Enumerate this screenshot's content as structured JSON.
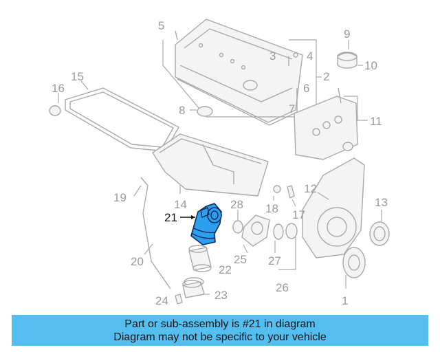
{
  "highlight_color": "#2d9ff0",
  "banner_color": "#55bef1",
  "callouts": {
    "c1": "1",
    "c2": "2",
    "c3": "3",
    "c4": "4",
    "c5": "5",
    "c6": "6",
    "c7": "7",
    "c8": "8",
    "c9": "9",
    "c10": "10",
    "c11": "11",
    "c12": "12",
    "c13": "13",
    "c14": "14",
    "c15": "15",
    "c16": "16",
    "c17": "17",
    "c18": "18",
    "c19": "19",
    "c20": "20",
    "c21": "21",
    "c22": "22",
    "c23": "23",
    "c24": "24",
    "c25": "25",
    "c26": "26",
    "c27": "27",
    "c28": "28"
  },
  "banner": {
    "line1": "Part or sub-assembly is #21 in diagram",
    "line2": "Diagram may not be specific to your vehicle"
  }
}
